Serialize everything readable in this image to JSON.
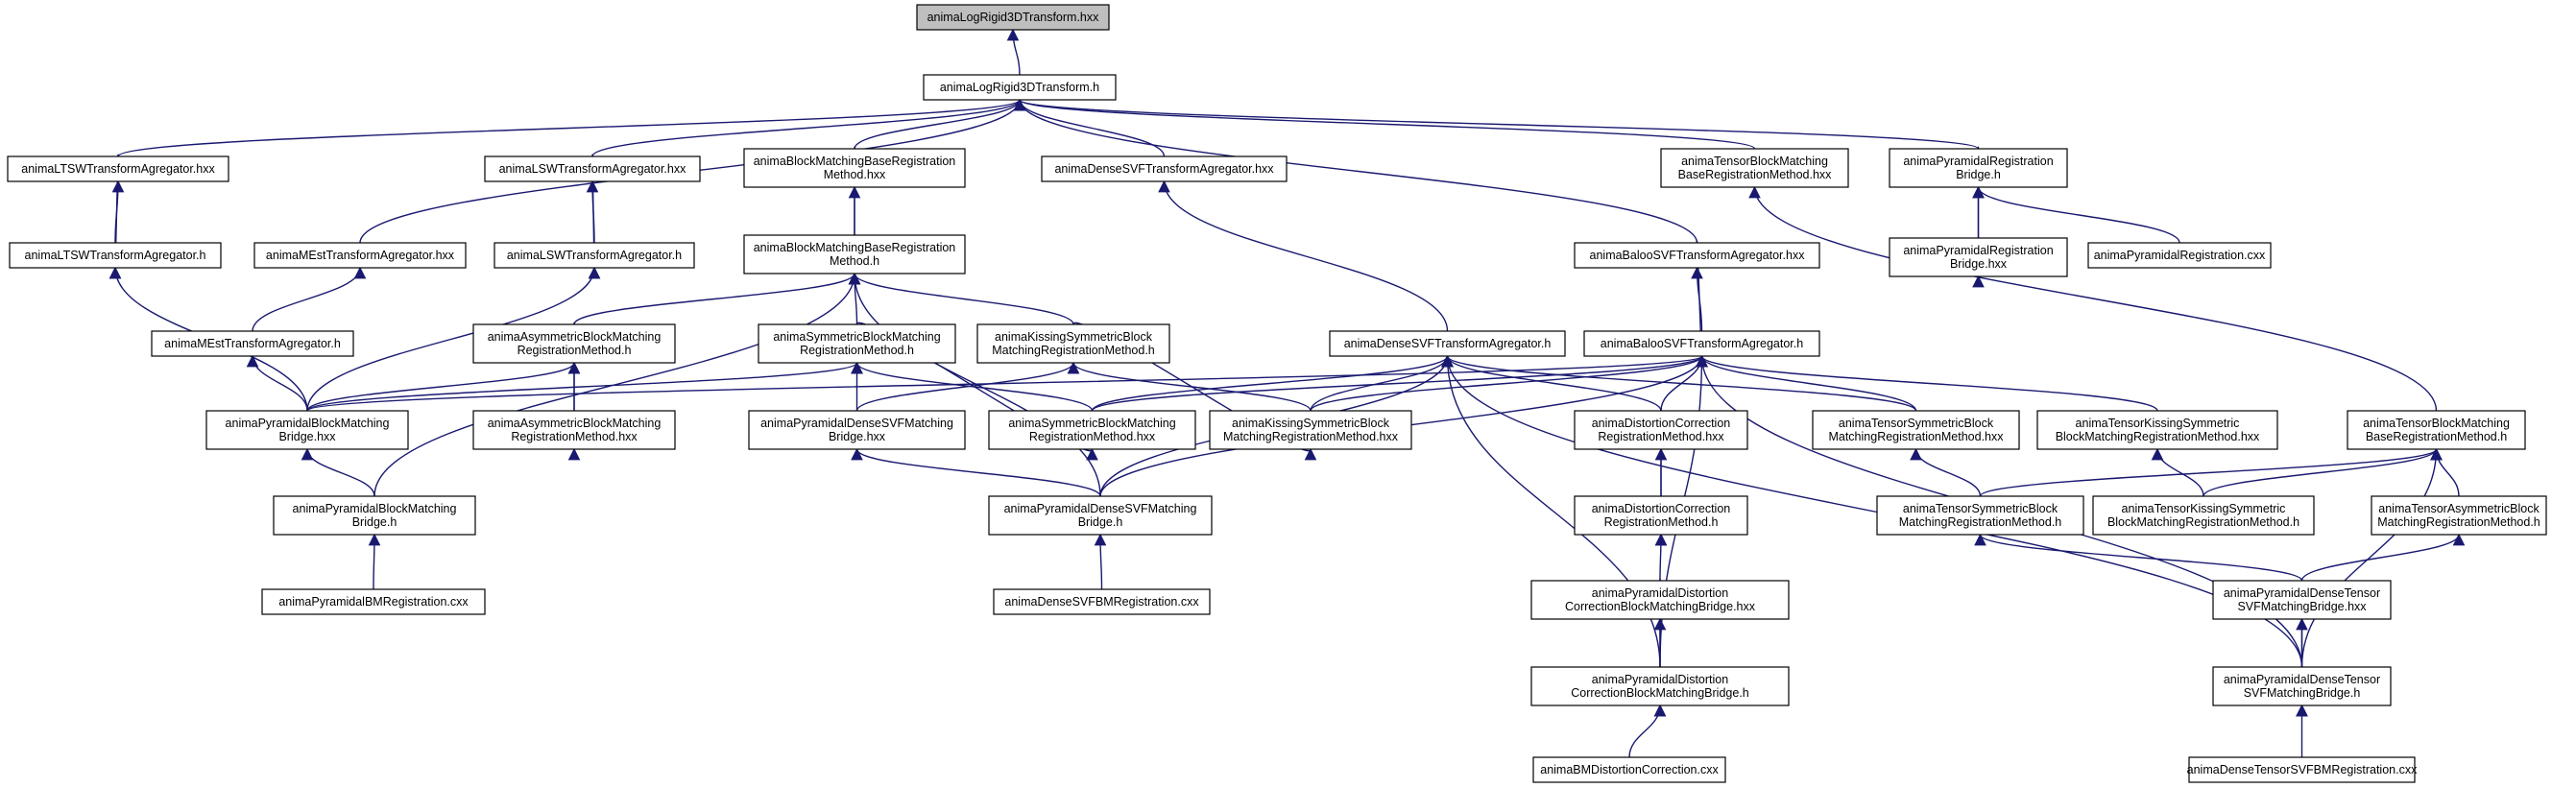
{
  "graph": {
    "title": "anima Log Rigid 3D Transform include dependency graph",
    "edge_color": "#191970",
    "root_fill": "#bfbfbf",
    "nodes": [
      {
        "id": "n0",
        "lines": [
          "animaLogRigid3DTransform.hxx"
        ],
        "root": true
      },
      {
        "id": "n1",
        "lines": [
          "animaLogRigid3DTransform.h"
        ]
      },
      {
        "id": "n2",
        "lines": [
          "animaLTSWTransformAgregator.hxx"
        ]
      },
      {
        "id": "n3",
        "lines": [
          "animaLSWTransformAgregator.hxx"
        ]
      },
      {
        "id": "n4",
        "lines": [
          "animaBlockMatchingBaseRegistration",
          "Method.hxx"
        ]
      },
      {
        "id": "n5",
        "lines": [
          "animaDenseSVFTransformAgregator.hxx"
        ]
      },
      {
        "id": "n6",
        "lines": [
          "animaTensorBlockMatching",
          "BaseRegistrationMethod.hxx"
        ]
      },
      {
        "id": "n7",
        "lines": [
          "animaPyramidalRegistration",
          "Bridge.h"
        ]
      },
      {
        "id": "n8",
        "lines": [
          "animaLTSWTransformAgregator.h"
        ]
      },
      {
        "id": "n9",
        "lines": [
          "animaMEstTransformAgregator.hxx"
        ]
      },
      {
        "id": "n10",
        "lines": [
          "animaLSWTransformAgregator.h"
        ]
      },
      {
        "id": "n11",
        "lines": [
          "animaBlockMatchingBaseRegistration",
          "Method.h"
        ]
      },
      {
        "id": "n12",
        "lines": [
          "animaBalooSVFTransformAgregator.hxx"
        ]
      },
      {
        "id": "n13",
        "lines": [
          "animaPyramidalRegistration",
          "Bridge.hxx"
        ]
      },
      {
        "id": "n14",
        "lines": [
          "animaPyramidalRegistration.cxx"
        ]
      },
      {
        "id": "n15",
        "lines": [
          "animaMEstTransformAgregator.h"
        ]
      },
      {
        "id": "n16",
        "lines": [
          "animaAsymmetricBlockMatching",
          "RegistrationMethod.h"
        ]
      },
      {
        "id": "n17",
        "lines": [
          "animaSymmetricBlockMatching",
          "RegistrationMethod.h"
        ]
      },
      {
        "id": "n18",
        "lines": [
          "animaKissingSymmetricBlock",
          "MatchingRegistrationMethod.h"
        ]
      },
      {
        "id": "n19",
        "lines": [
          "animaDenseSVFTransformAgregator.h"
        ]
      },
      {
        "id": "n20",
        "lines": [
          "animaBalooSVFTransformAgregator.h"
        ]
      },
      {
        "id": "n21",
        "lines": [
          "animaTensorBlockMatching",
          "BaseRegistrationMethod.h"
        ]
      },
      {
        "id": "n22",
        "lines": [
          "animaPyramidalBlockMatching",
          "Bridge.hxx"
        ]
      },
      {
        "id": "n23",
        "lines": [
          "animaAsymmetricBlockMatching",
          "RegistrationMethod.hxx"
        ]
      },
      {
        "id": "n24",
        "lines": [
          "animaPyramidalDenseSVFMatching",
          "Bridge.hxx"
        ]
      },
      {
        "id": "n25",
        "lines": [
          "animaSymmetricBlockMatching",
          "RegistrationMethod.hxx"
        ]
      },
      {
        "id": "n26",
        "lines": [
          "animaKissingSymmetricBlock",
          "MatchingRegistrationMethod.hxx"
        ]
      },
      {
        "id": "n27",
        "lines": [
          "animaDistortionCorrection",
          "RegistrationMethod.hxx"
        ]
      },
      {
        "id": "n28",
        "lines": [
          "animaTensorSymmetricBlock",
          "MatchingRegistrationMethod.hxx"
        ]
      },
      {
        "id": "n29",
        "lines": [
          "animaTensorKissingSymmetric",
          "BlockMatchingRegistrationMethod.hxx"
        ]
      },
      {
        "id": "n30",
        "lines": [
          "animaPyramidalBlockMatching",
          "Bridge.h"
        ]
      },
      {
        "id": "n31",
        "lines": [
          "animaPyramidalDenseSVFMatching",
          "Bridge.h"
        ]
      },
      {
        "id": "n32",
        "lines": [
          "animaDistortionCorrection",
          "RegistrationMethod.h"
        ]
      },
      {
        "id": "n33",
        "lines": [
          "animaTensorSymmetricBlock",
          "MatchingRegistrationMethod.h"
        ]
      },
      {
        "id": "n34",
        "lines": [
          "animaTensorKissingSymmetric",
          "BlockMatchingRegistrationMethod.h"
        ]
      },
      {
        "id": "n35",
        "lines": [
          "animaTensorAsymmetricBlock",
          "MatchingRegistrationMethod.h"
        ]
      },
      {
        "id": "n36",
        "lines": [
          "animaPyramidalBMRegistration.cxx"
        ]
      },
      {
        "id": "n37",
        "lines": [
          "animaDenseSVFBMRegistration.cxx"
        ]
      },
      {
        "id": "n38",
        "lines": [
          "animaPyramidalDistortion",
          "CorrectionBlockMatchingBridge.hxx"
        ]
      },
      {
        "id": "n39",
        "lines": [
          "animaPyramidalDenseTensor",
          "SVFMatchingBridge.hxx"
        ]
      },
      {
        "id": "n40",
        "lines": [
          "animaPyramidalDistortion",
          "CorrectionBlockMatchingBridge.h"
        ]
      },
      {
        "id": "n41",
        "lines": [
          "animaPyramidalDenseTensor",
          "SVFMatchingBridge.h"
        ]
      },
      {
        "id": "n42",
        "lines": [
          "animaBMDistortionCorrection.cxx"
        ]
      },
      {
        "id": "n43",
        "lines": [
          "animaDenseTensorSVFBMRegistration.cxx"
        ]
      }
    ]
  }
}
